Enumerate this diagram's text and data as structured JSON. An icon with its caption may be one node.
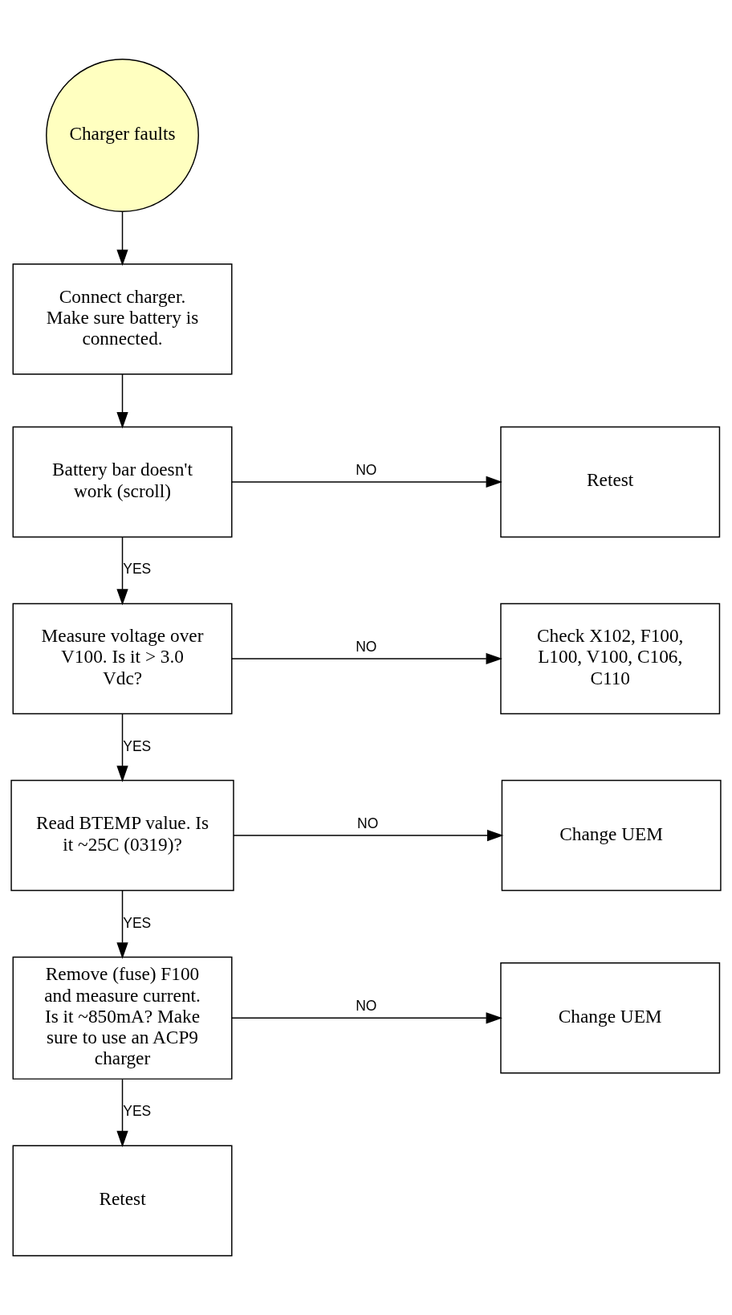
{
  "diagram": {
    "nodes": [
      {
        "text": [
          "Charger faults"
        ]
      },
      {
        "text": [
          "Connect charger. Make sure battery is connected."
        ]
      },
      {
        "text": [
          "Battery bar doesn't work (scroll)"
        ]
      },
      {
        "text": [
          "Retest"
        ]
      },
      {
        "text": [
          "Measure voltage over V100. Is it > 3.0 Vdc?"
        ]
      },
      {
        "text": [
          "Check X102, F100, L100, V100, C106, C110"
        ]
      },
      {
        "text": [
          "Read BTEMP value. Is it ~25C (0319)?"
        ]
      },
      {
        "text": [
          "Change UEM"
        ]
      },
      {
        "text": [
          "Remove (fuse) F100 and measure current. Is it ~850mA? Make sure to use an ACP9 charger"
        ]
      },
      {
        "text": [
          "Change UEM"
        ]
      },
      {
        "text": [
          "Retest"
        ]
      }
    ],
    "edges": [
      {
        "from": 0,
        "to": 1,
        "arrow": "to"
      },
      {
        "from": 1,
        "to": 2,
        "arrow": "to"
      },
      {
        "from": 2,
        "to": 3,
        "arrow": "to",
        "label": "NO"
      },
      {
        "from": 2,
        "to": 4,
        "arrow": "to",
        "label": "YES"
      },
      {
        "from": 4,
        "to": 5,
        "arrow": "to",
        "label": "NO"
      },
      {
        "from": 4,
        "to": 6,
        "arrow": "to",
        "label": "YES"
      },
      {
        "from": 6,
        "to": 7,
        "arrow": "to",
        "label": "NO"
      },
      {
        "from": 6,
        "to": 8,
        "arrow": "to",
        "label": "YES"
      },
      {
        "from": 8,
        "to": 9,
        "arrow": "to",
        "label": "NO"
      },
      {
        "from": 8,
        "to": 10,
        "arrow": "to",
        "label": "YES"
      }
    ]
  }
}
